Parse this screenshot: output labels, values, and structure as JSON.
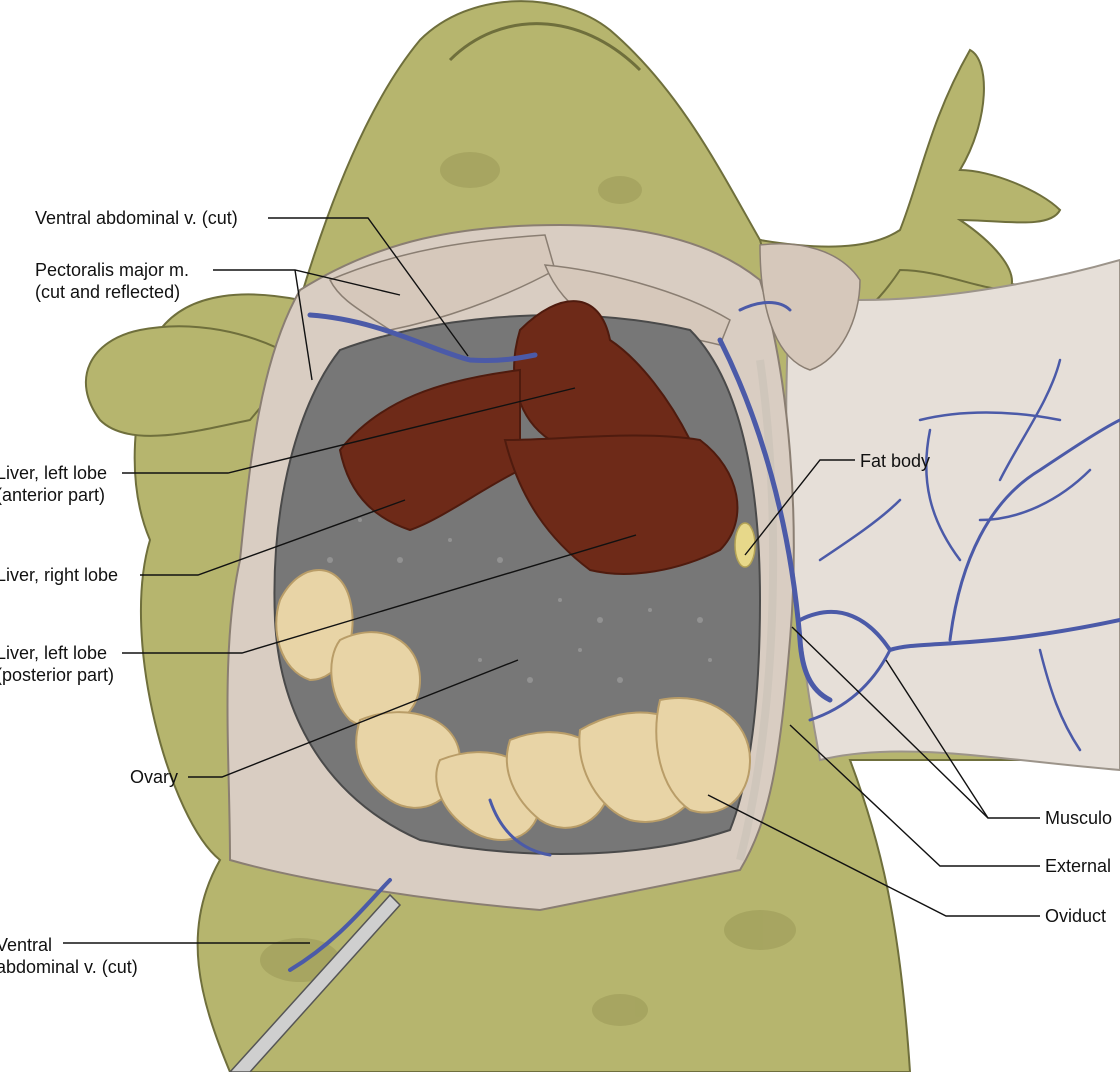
{
  "colors": {
    "skin": "#b6b56e",
    "skin_dark": "#8f8f4d",
    "skin_spot": "#9c9b58",
    "muscle": "#d9cdc2",
    "muscle_line": "#b7a99c",
    "liver": "#6e2a18",
    "liver_dark": "#4f1b0e",
    "gut": "#6f6f6f",
    "ovary": "#e8d4a6",
    "ovary_line": "#b99d68",
    "vein": "#4b5aa8",
    "skin_flap": "#e6dfd8",
    "leader": "#111111"
  },
  "labels": {
    "ventral_v_cut_top": "Ventral abdominal v. (cut)",
    "pectoralis_line1": "Pectoralis major m.",
    "pectoralis_line2": "(cut and reflected)",
    "liver_left_ant_line1": "Liver, left lobe",
    "liver_left_ant_line2": "(anterior part)",
    "liver_right": "Liver, right lobe",
    "liver_left_post_line1": "Liver, left lobe",
    "liver_left_post_line2": "(posterior part)",
    "ovary": "Ovary",
    "ventral_v_cut_bottom_line1": "Ventral",
    "ventral_v_cut_bottom_line2": "abdominal v. (cut)",
    "fat_body": "Fat body",
    "musculo": "Musculo",
    "external": "External",
    "oviduct": "Oviduct"
  }
}
